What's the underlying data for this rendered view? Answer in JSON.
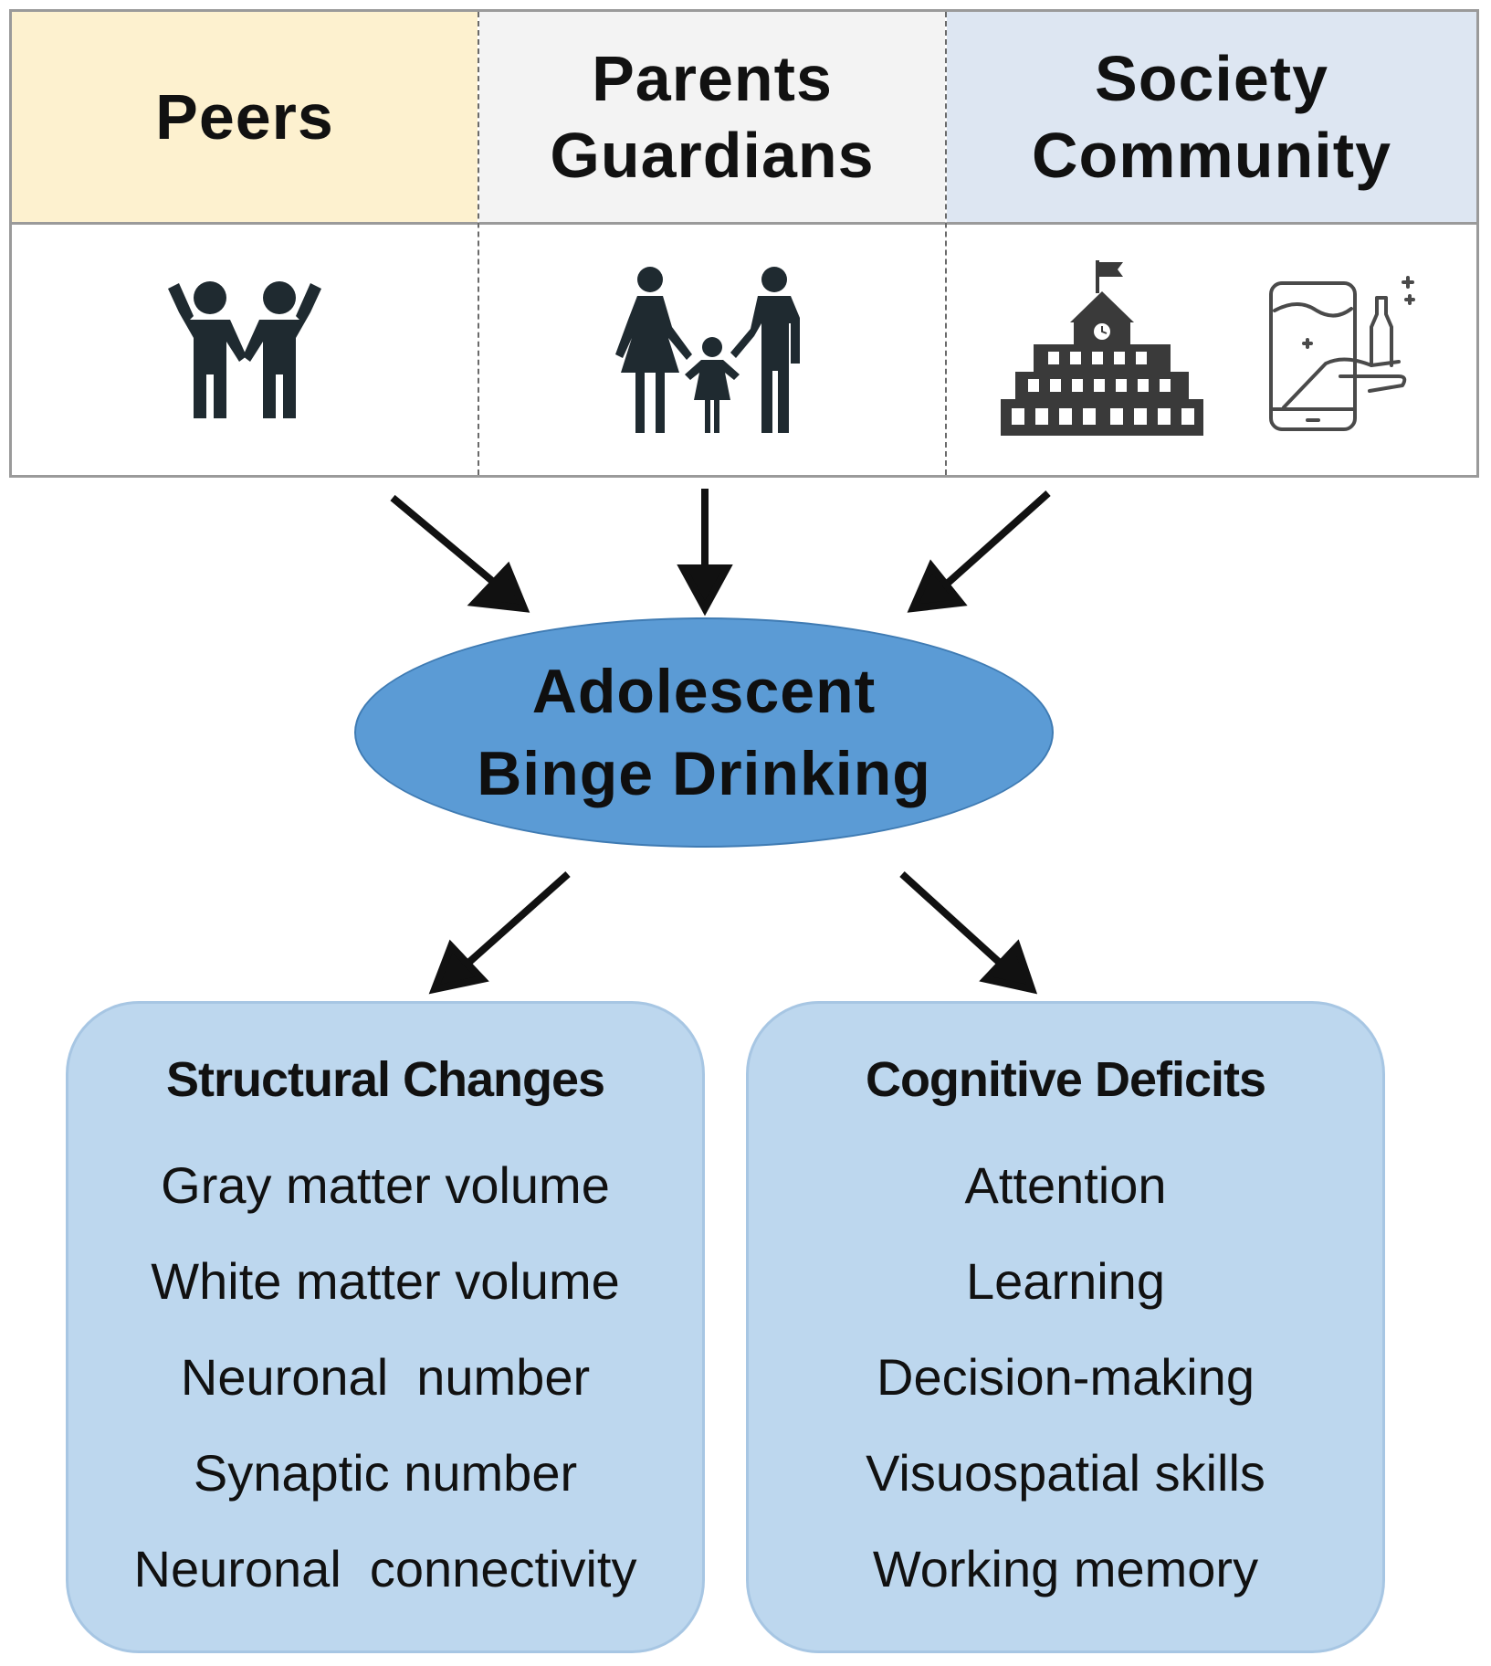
{
  "influences": [
    {
      "lines": [
        "Peers"
      ],
      "icons": [
        "peers-icon"
      ],
      "bg": "#fdf1cf"
    },
    {
      "lines": [
        "Parents",
        "Guardians"
      ],
      "icons": [
        "family-icon"
      ],
      "bg": "#f3f3f3"
    },
    {
      "lines": [
        "Society",
        "Community"
      ],
      "icons": [
        "school-icon",
        "phone-drink-icon"
      ],
      "bg": "#dde6f2"
    }
  ],
  "center": {
    "lines": [
      "Adolescent",
      "Binge Drinking"
    ],
    "color": "#5b9bd5"
  },
  "outcomes": [
    {
      "title": "Structural Changes",
      "items": [
        "Gray matter volume",
        "White matter volume",
        "Neuronal  number",
        "Synaptic number",
        "Neuronal  connectivity"
      ]
    },
    {
      "title": "Cognitive Deficits",
      "items": [
        "Attention",
        "Learning",
        "Decision-making",
        "Visuospatial skills",
        "Working memory"
      ]
    }
  ],
  "box_color": "#bdd7ee"
}
